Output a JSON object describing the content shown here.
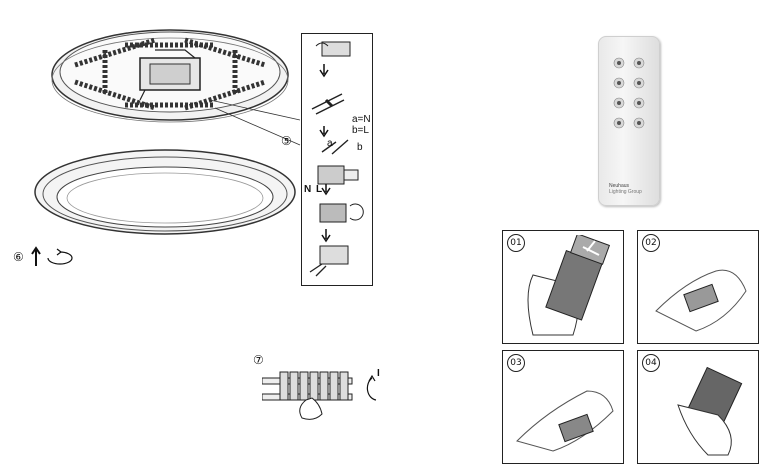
{
  "installation": {
    "step5": "⑤",
    "step6": "⑥",
    "step7": "⑦",
    "wiring": {
      "label_a_n": "a=N",
      "label_b_l": "b=L",
      "label_a": "a",
      "label_b": "b",
      "label_n": "N",
      "label_l": "L"
    },
    "switch_label": "I"
  },
  "remote": {
    "brand_line1": "Neuhaus",
    "brand_line2": "Lighting Group"
  },
  "battery_steps": [
    {
      "label": "01"
    },
    {
      "label": "02"
    },
    {
      "label": "03"
    },
    {
      "label": "04"
    }
  ]
}
